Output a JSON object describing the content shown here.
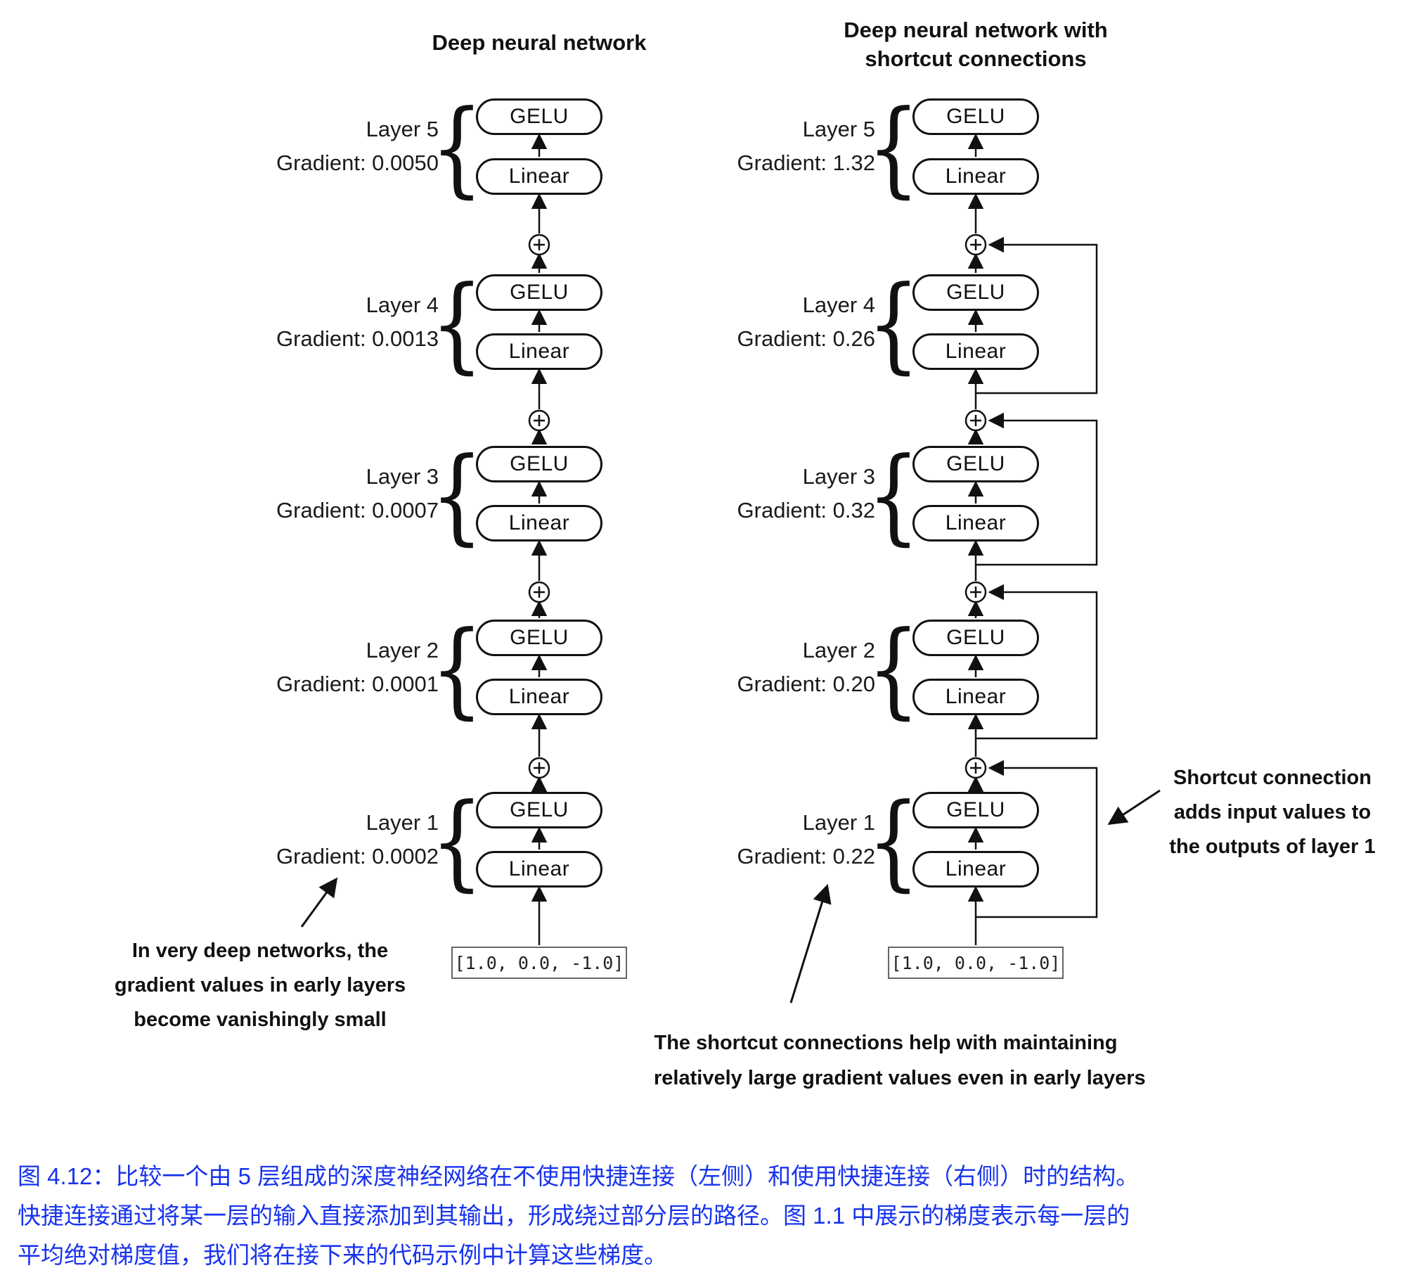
{
  "labels": {
    "gelu": "GELU",
    "linear": "Linear",
    "brace": "{"
  },
  "figure": {
    "left": {
      "title": "Deep neural network",
      "input": "[1.0, 0.0, -1.0]",
      "layers": [
        {
          "name": "Layer 1",
          "gradient": "Gradient: 0.0002"
        },
        {
          "name": "Layer 2",
          "gradient": "Gradient: 0.0001"
        },
        {
          "name": "Layer 3",
          "gradient": "Gradient: 0.0007"
        },
        {
          "name": "Layer 4",
          "gradient": "Gradient: 0.0013"
        },
        {
          "name": "Layer 5",
          "gradient": "Gradient: 0.0050"
        }
      ],
      "annotation": [
        "In very deep networks, the",
        "gradient values in early layers",
        "become vanishingly small"
      ]
    },
    "right": {
      "title_lines": [
        "Deep neural network with",
        "shortcut connections"
      ],
      "input": "[1.0, 0.0, -1.0]",
      "layers": [
        {
          "name": "Layer 1",
          "gradient": "Gradient: 0.22"
        },
        {
          "name": "Layer 2",
          "gradient": "Gradient: 0.20"
        },
        {
          "name": "Layer 3",
          "gradient": "Gradient: 0.32"
        },
        {
          "name": "Layer 4",
          "gradient": "Gradient: 0.26"
        },
        {
          "name": "Layer 5",
          "gradient": "Gradient: 1.32"
        }
      ],
      "shortcut_note": [
        "Shortcut connection",
        "adds input values to",
        "the outputs of layer 1"
      ],
      "bottom_note": [
        "The shortcut connections help with maintaining",
        "relatively large gradient values even in early layers"
      ]
    },
    "caption": {
      "color": "#1733EE",
      "lines": [
        "图 4.12：比较一个由 5 层组成的深度神经网络在不使用快捷连接（左侧）和使用快捷连接（右侧）时的结构。",
        "快捷连接通过将某一层的输入直接添加到其输出，形成绕过部分层的路径。图 1.1 中展示的梯度表示每一层的",
        "平均绝对梯度值，我们将在接下来的代码示例中计算这些梯度。"
      ]
    }
  }
}
